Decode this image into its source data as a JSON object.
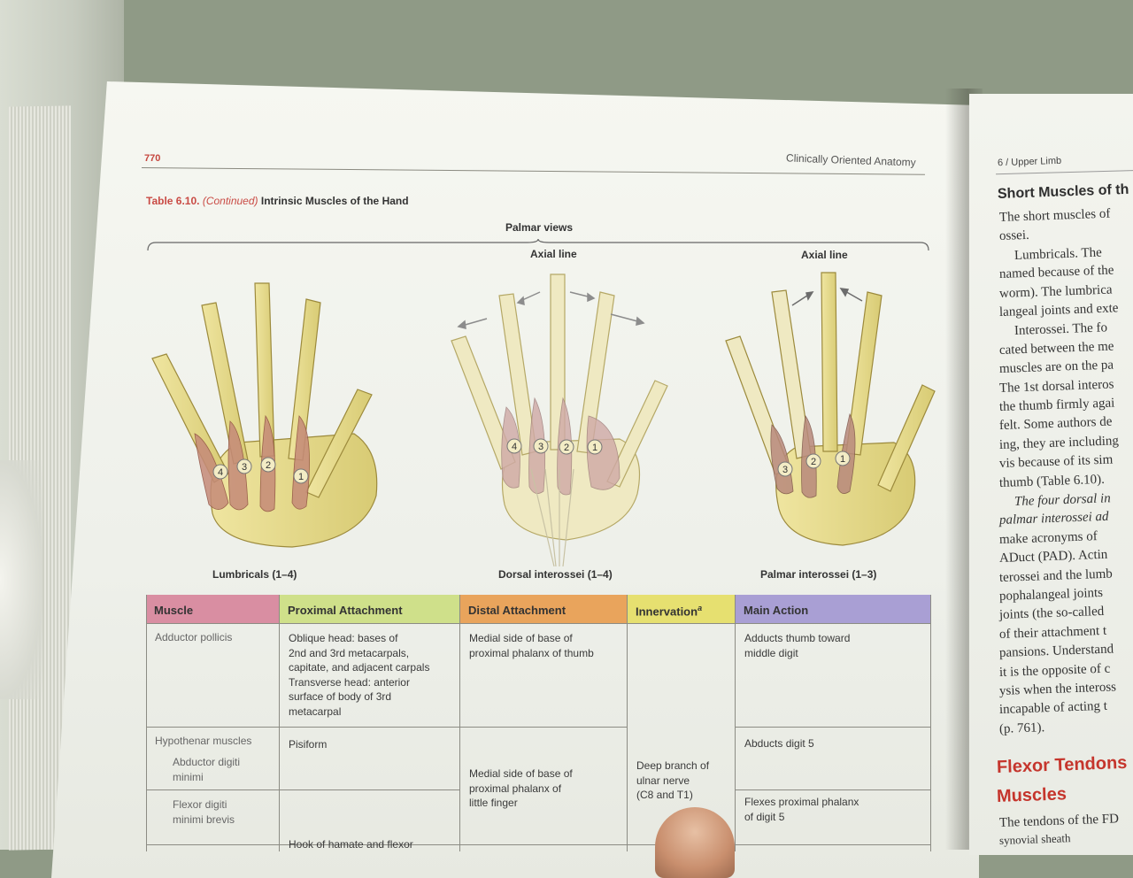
{
  "left_page": {
    "page_number": "770",
    "running_head": "Clinically Oriented Anatomy",
    "table_caption": {
      "label": "Table 6.10.",
      "continued": "(Continued)",
      "title": "Intrinsic Muscles of the Hand"
    },
    "figure": {
      "views_title": "Palmar views",
      "axial_line_label": "Axial line",
      "panels": [
        {
          "caption": "Lumbricals (1–4)",
          "markers": [
            "4",
            "3",
            "2",
            "1"
          ]
        },
        {
          "caption": "Dorsal interossei (1–4)",
          "markers": [
            "4",
            "3",
            "2",
            "1"
          ]
        },
        {
          "caption": "Palmar interossei (1–3)",
          "markers": [
            "3",
            "2",
            "1"
          ]
        }
      ]
    },
    "table": {
      "headers": [
        {
          "label": "Muscle",
          "color": "#d98ea2"
        },
        {
          "label": "Proximal Attachment",
          "color": "#cfe08a"
        },
        {
          "label": "Distal Attachment",
          "color": "#e9a45c"
        },
        {
          "label": "Innervation",
          "sup": "a",
          "color": "#e6e070"
        },
        {
          "label": "Main Action",
          "color": "#a99fd4"
        }
      ],
      "rows": {
        "adductor": {
          "muscle": "Adductor pollicis",
          "proximal": [
            "Oblique head: bases of",
            "2nd and 3rd metacarpals,",
            "capitate, and adjacent carpals",
            "Transverse head: anterior",
            "surface of body of 3rd",
            "metacarpal"
          ],
          "distal": [
            "Medial side of base of",
            "proximal phalanx of thumb"
          ],
          "action": [
            "Adducts thumb toward",
            "middle digit"
          ]
        },
        "hypothenar": {
          "group": "Hypothenar muscles",
          "abductor": [
            "Abductor digiti",
            "minimi"
          ],
          "flexor": [
            "Flexor digiti",
            "minimi brevis"
          ],
          "proximal_1": "Pisiform",
          "proximal_2": "Hook of hamate and flexor",
          "distal": [
            "Medial side of base of",
            "proximal phalanx of",
            "little finger"
          ],
          "innervation": [
            "Deep branch of",
            "ulnar nerve",
            "(C8 and T1)"
          ],
          "action_1": "Abducts digit 5",
          "action_2": [
            "Flexes proximal phalanx",
            "of digit 5"
          ]
        }
      }
    }
  },
  "right_page": {
    "running_head": "6 / Upper Limb",
    "heading": "Short Muscles of th",
    "lines": [
      "The short muscles of",
      "ossei.",
      "Lumbricals. The",
      "named because of the",
      "worm). The lumbrica",
      "langeal joints and exte",
      "Interossei. The fo",
      "cated between the me",
      "muscles are on the pa",
      "The 1st dorsal interos",
      "the thumb firmly agai",
      "felt. Some authors de",
      "ing, they are including",
      "vis because of its sim",
      "thumb (Table 6.10).",
      "The four dorsal in",
      "palmar interossei ad",
      "make acronyms of",
      "ADuct (PAD). Actin",
      "terossei and the lumb",
      "pophalangeal joints",
      "joints (the so-called",
      "of their attachment t",
      "pansions. Understand",
      "it is the opposite of c",
      "ysis when the inteross",
      "incapable of acting t",
      "(p. 761)."
    ],
    "section_heading": [
      "Flexor Tendons",
      "Muscles"
    ],
    "bottom_line": "The tendons of the FD",
    "bottom_line_2": "synovial sheath"
  }
}
